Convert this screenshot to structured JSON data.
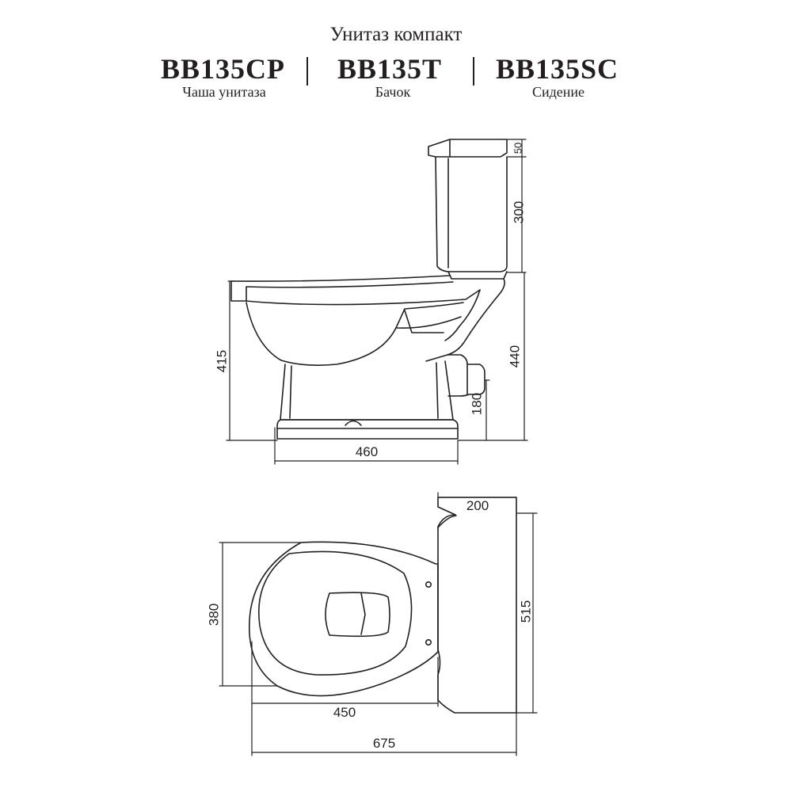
{
  "header": {
    "title": "Унитаз компакт",
    "models": [
      {
        "code": "BB135CP",
        "label": "Чаша унитаза"
      },
      {
        "code": "BB135T",
        "label": "Бачок"
      },
      {
        "code": "BB135SC",
        "label": "Сидение"
      }
    ]
  },
  "side_view": {
    "dimensions": {
      "lid_height": "50",
      "tank_height": "300",
      "bowl_height": "415",
      "total_height": "440",
      "outlet_height": "180",
      "base_width": "460"
    }
  },
  "top_view": {
    "dimensions": {
      "tank_depth": "200",
      "bowl_width": "380",
      "tank_width": "515",
      "bowl_length": "450",
      "total_length": "675"
    }
  },
  "colors": {
    "line": "#231f20",
    "background": "#ffffff"
  }
}
